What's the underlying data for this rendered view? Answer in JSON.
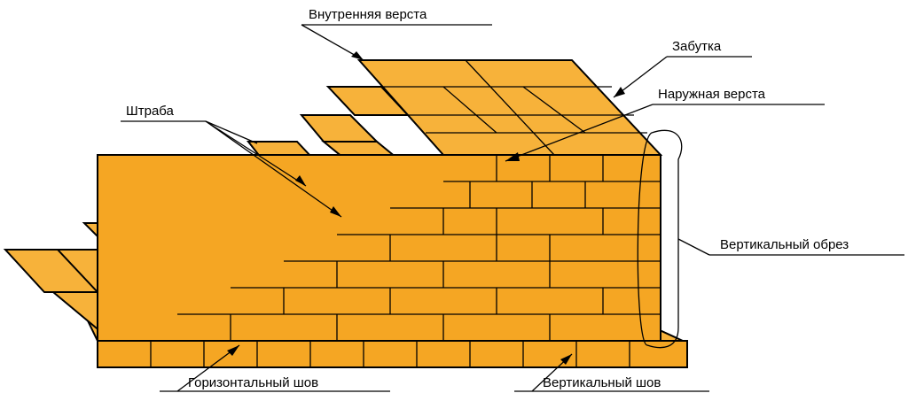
{
  "labels": {
    "inner_row": "Внутренняя верста",
    "fill": "Забутка",
    "outer_row": "Наружная верста",
    "rake": "Штраба",
    "vertical_offset": "Вертикальный обрез",
    "horizontal_joint": "Горизонтальный шов",
    "vertical_joint": "Вертикальный шов"
  },
  "colors": {
    "brick": "#f5a623",
    "brick_top": "#f7b23a",
    "outline": "#000000"
  }
}
